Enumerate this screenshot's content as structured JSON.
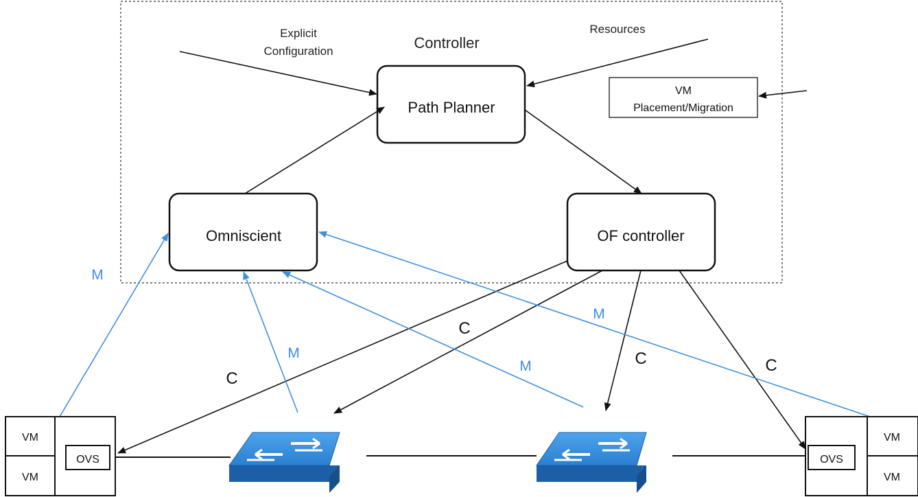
{
  "diagram": {
    "controller_label": "Controller",
    "explicit_config_line1": "Explicit",
    "explicit_config_line2": "Configuration",
    "resources_label": "Resources",
    "path_planner_label": "Path Planner",
    "vm_placement_line1": "VM",
    "vm_placement_line2": "Placement/Migration",
    "omniscient_label": "Omniscient",
    "of_controller_label": "OF controller",
    "host_left": {
      "vm_top": "VM",
      "vm_bottom": "VM",
      "ovs": "OVS"
    },
    "host_right": {
      "vm_top": "VM",
      "vm_bottom": "VM",
      "ovs": "OVS"
    },
    "edge_labels": {
      "m_far_left": "M",
      "m_switch1": "M",
      "m_switch2": "M",
      "m_right": "M",
      "c_left": "C",
      "c_switch1": "C",
      "c_switch2": "C",
      "c_right": "C"
    },
    "colors": {
      "monitoring": "#3d8fe0",
      "control": "#111111",
      "switch_top": "#2f86d6",
      "switch_side": "#1c5fa6"
    }
  }
}
